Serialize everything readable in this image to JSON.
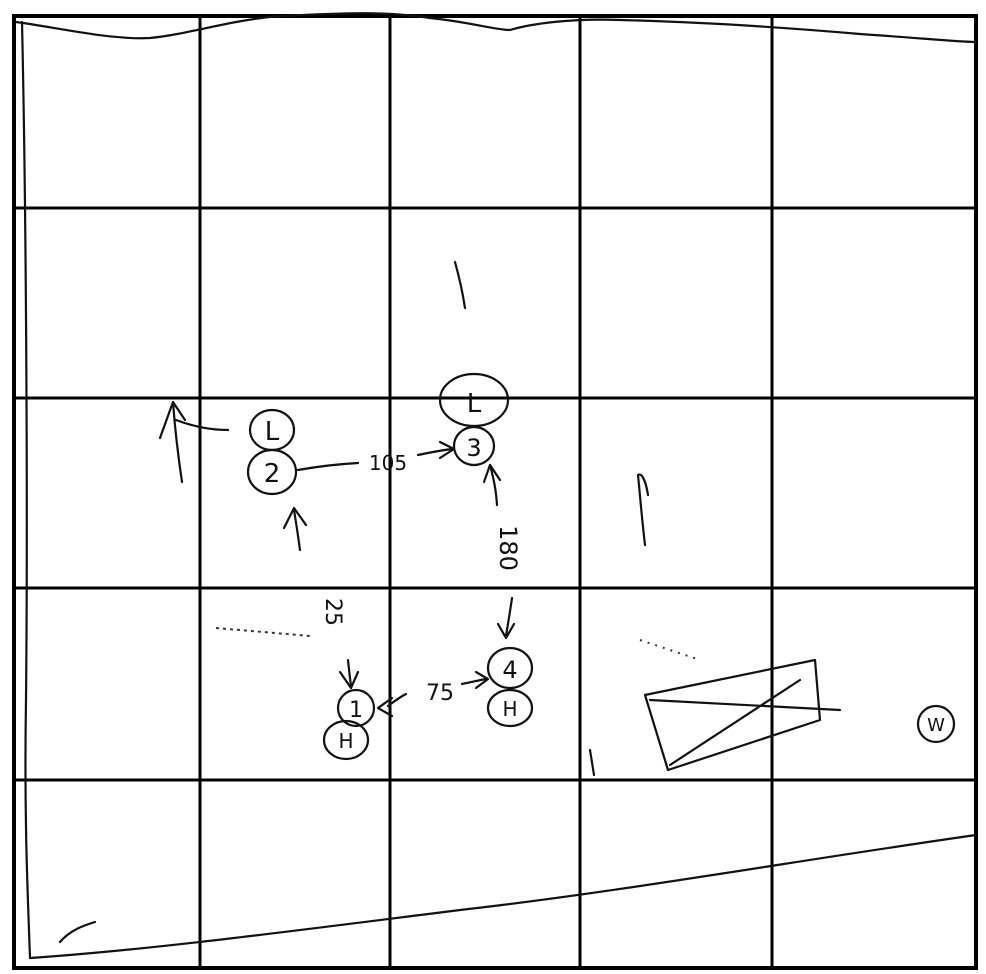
{
  "sheet": {
    "grid_rows": 5,
    "grid_cols": 5
  },
  "nodes": [
    {
      "id": "1",
      "label": "1",
      "sub_label": "H"
    },
    {
      "id": "2",
      "label": "2",
      "sub_label": "L"
    },
    {
      "id": "3",
      "label": "3",
      "sub_label": "L"
    },
    {
      "id": "4",
      "label": "4",
      "sub_label": "H"
    }
  ],
  "edges": [
    {
      "from": "2",
      "to": "3",
      "label": "105"
    },
    {
      "from": "3",
      "to": "4",
      "label": "180"
    },
    {
      "from": "1",
      "to": "4",
      "label": "75"
    },
    {
      "from": "1",
      "to": "2",
      "label": "25"
    }
  ],
  "marks": {
    "w_label": "W"
  }
}
